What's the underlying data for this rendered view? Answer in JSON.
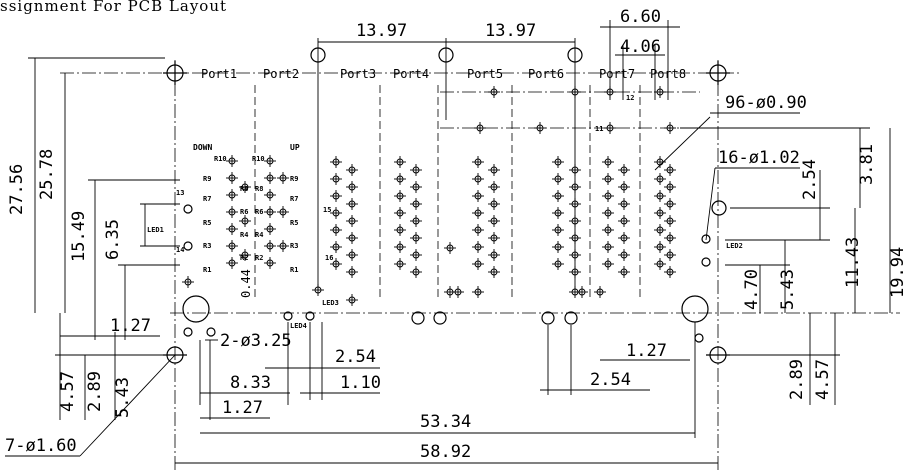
{
  "title": "ssignment For PCB Layout",
  "ports": [
    "Port1",
    "Port2",
    "Port3",
    "Port4",
    "Port5",
    "Port6",
    "Port7",
    "Port8"
  ],
  "dimensions": {
    "top_13_97_a": "13.97",
    "top_13_97_b": "13.97",
    "top_6_60": "6.60",
    "top_4_06": "4.06",
    "holes_096": "96-ø0.90",
    "holes_102": "16-ø1.02",
    "holes_325": "2-ø3.25",
    "holes_160": "7-ø1.60",
    "left_27_56": "27.56",
    "left_25_78": "25.78",
    "left_15_49": "15.49",
    "left_6_35": "6.35",
    "left_1_27": "1.27",
    "left_0_44": "0.44",
    "bot_4_57_l": "4.57",
    "bot_2_89_l": "2.89",
    "bot_5_43_l": "5.43",
    "bot_2_54_a": "2.54",
    "bot_8_33": "8.33",
    "bot_1_10": "1.10",
    "bot_1_27_a": "1.27",
    "bot_1_27_b": "1.27",
    "bot_2_54_b": "2.54",
    "bot_53_34": "53.34",
    "bot_58_92": "58.92",
    "right_2_54": "2.54",
    "right_3_81": "3.81",
    "right_11_43": "11.43",
    "right_19_94": "19.94",
    "right_4_70": "4.70",
    "right_5_43": "5.43",
    "right_2_89": "2.89",
    "right_4_57": "4.57"
  },
  "labels": {
    "down": "DOWN",
    "up": "UP",
    "led1": "LED1",
    "led2": "LED2",
    "led3": "LED3",
    "led4": "LED4",
    "r_left": [
      "R9",
      "R7",
      "R5",
      "R3",
      "R1"
    ],
    "r_mid_a": [
      "R8",
      "R6",
      "R4",
      "R2"
    ],
    "r_mid_b": [
      "R8",
      "R6",
      "R4",
      "R2"
    ],
    "r_right": [
      "R9",
      "R7",
      "R5",
      "R3",
      "R1"
    ],
    "r10a": "R10",
    "r10b": "R10",
    "pin13": "13",
    "pin14": "14",
    "pin15": "15",
    "pin16": "16",
    "pin11": "11",
    "pin12": "12"
  }
}
